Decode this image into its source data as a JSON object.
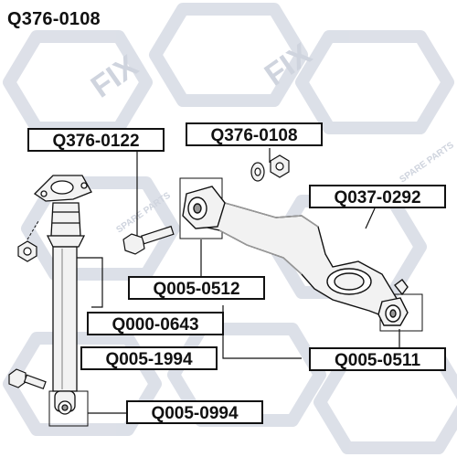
{
  "title": "Q376-0108",
  "watermark": {
    "brand": "FIX",
    "tagline": "SPARE PARTS"
  },
  "labels": {
    "shock_mount_nut": "Q376-0122",
    "arm_bolt_washer_nut": "Q376-0108",
    "lower_control_arm": "Q037-0292",
    "arm_front_bushing": "Q005-0512",
    "shock_absorber": "Q000-0643",
    "stabilizer_bushing": "Q005-1994",
    "arm_rear_bushing": "Q005-0511",
    "shock_lower_bushing": "Q005-0994"
  },
  "colors": {
    "watermark": "#d9dde6",
    "ink": "#111111",
    "part_fill": "#f2f2f2",
    "part_shade": "#9a9a9a"
  }
}
